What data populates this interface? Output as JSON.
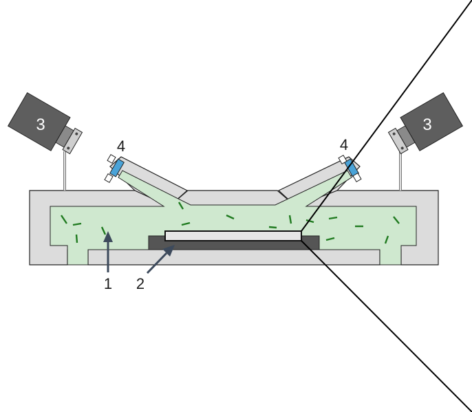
{
  "colors": {
    "chamber_wall": "#dcdcdc",
    "fluid": "#cfe8cf",
    "particle": "#1f7a1f",
    "camera_body": "#5e5e5e",
    "camera_lens": "#8a8a8a",
    "window_glass": "#4aa3d8",
    "plate_dark": "#555555",
    "arrow": "#3d4a5c",
    "outline": "#222222"
  },
  "labels": {
    "fluid": "1",
    "plate": "2",
    "camera_left": "3",
    "camera_right": "3",
    "window_left": "4",
    "window_right": "4"
  },
  "icons": {
    "camera": "camera-icon",
    "arrow": "arrow-icon"
  }
}
